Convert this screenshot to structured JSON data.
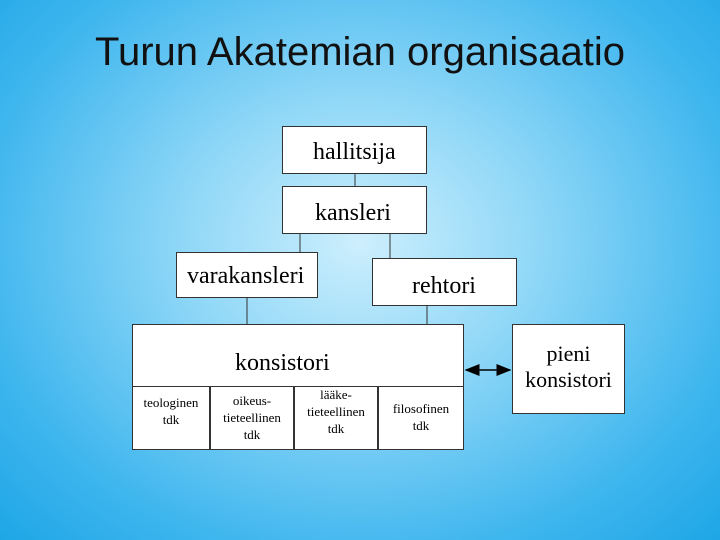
{
  "title": "Turun Akatemian organisaatio",
  "nodes": {
    "hallitsija": "hallitsija",
    "kansleri": "kansleri",
    "varakansleri": "varakansleri",
    "rehtori": "rehtori",
    "konsistori": "konsistori",
    "pieni_konsistori": "pieni\nkonsistori",
    "faculties": [
      "teologinen\ntdk",
      "oikeus-\ntieteellinen\ntdk",
      "lääke-\ntieteellinen\ntdk",
      "filosofinen\ntdk"
    ]
  },
  "colors": {
    "background": "#3fb6ee",
    "box": "#ffffff",
    "line": "#333333"
  }
}
